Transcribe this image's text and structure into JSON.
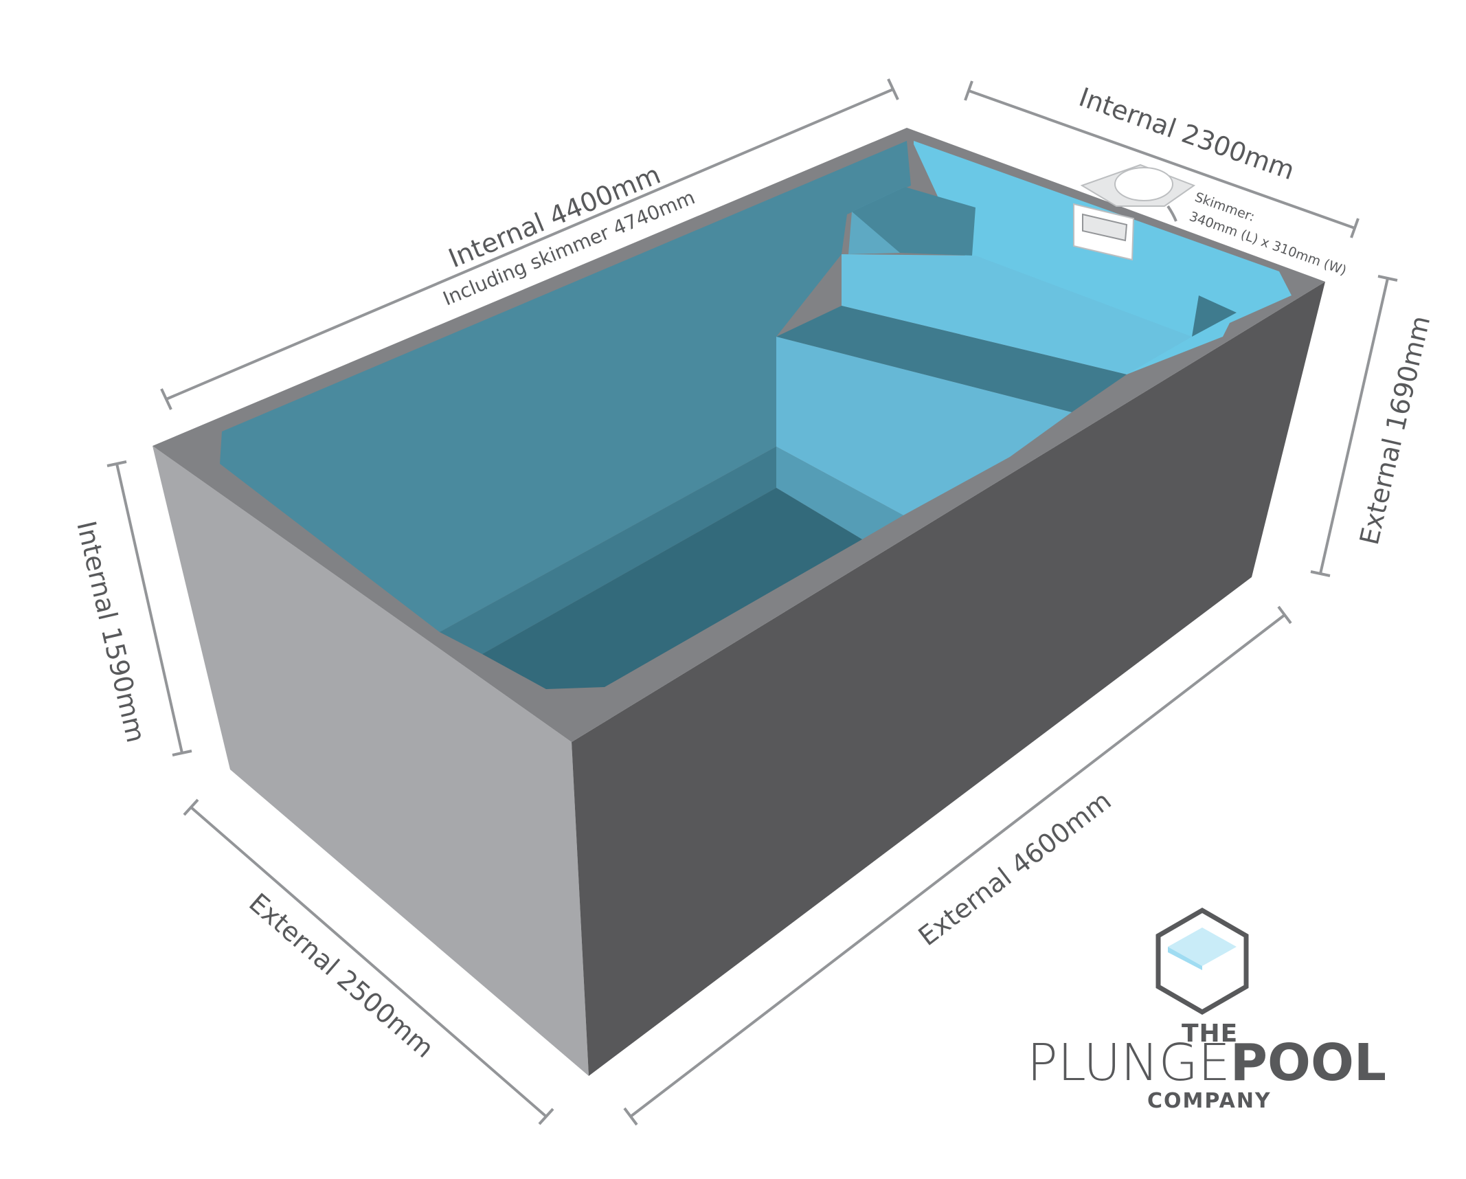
{
  "diagram": {
    "dimensions": {
      "internal_length": "Internal 4400mm",
      "including_skimmer": "Including skimmer 4740mm",
      "internal_width": "Internal 2300mm",
      "skimmer_label": "Skimmer:",
      "skimmer_size": "340mm (L) x 310mm (W)",
      "external_height": "External 1690mm",
      "internal_depth": "Internal 1590mm",
      "external_width": "External 2500mm",
      "external_length": "External 4600mm"
    },
    "logo": {
      "the": "THE",
      "plunge": "PLUNGE",
      "pool": "POOL",
      "company": "COMPANY"
    },
    "colors": {
      "side_light": "#a7a8ab",
      "side_dark": "#58585a",
      "rim": "#818285",
      "water_deep": "#4a8a9e",
      "water_light": "#6ac8e6",
      "floor": "#336a7b"
    }
  }
}
